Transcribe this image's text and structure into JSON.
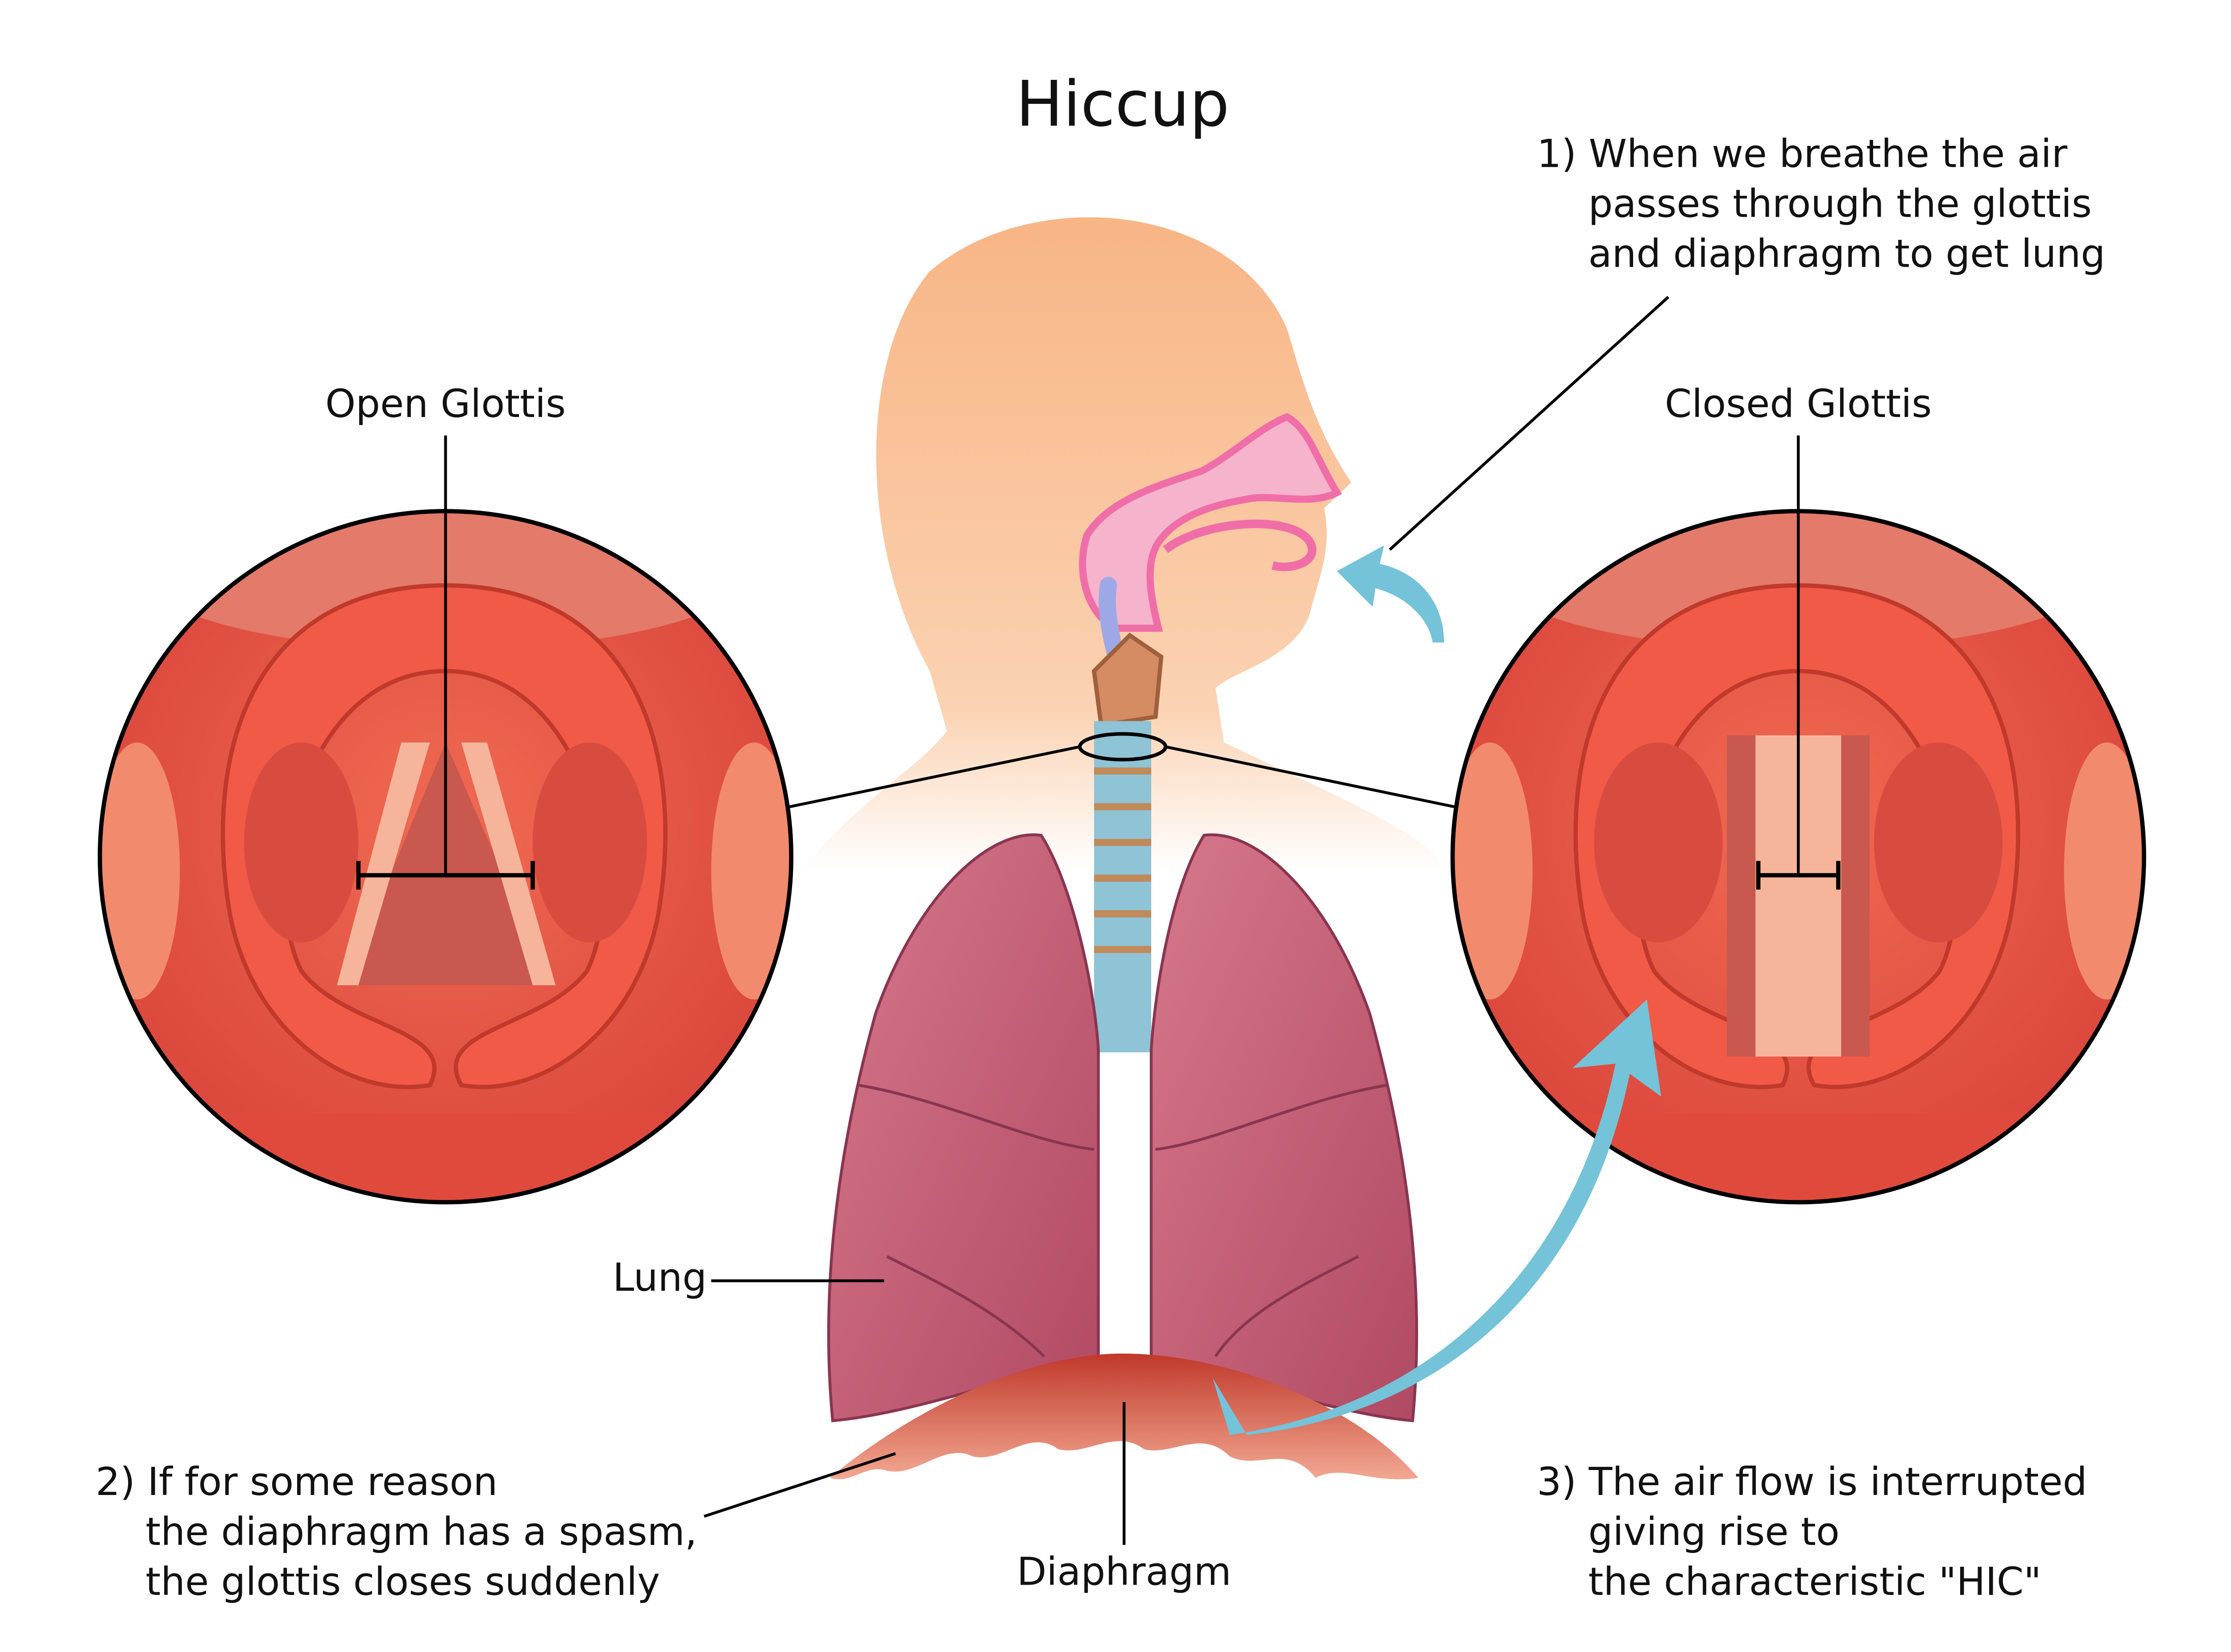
{
  "title": "Hiccup",
  "labels": {
    "open_glottis": "Open Glottis",
    "closed_glottis": "Closed Glottis",
    "lung": "Lung",
    "diaphragm": "Diaphragm"
  },
  "steps": [
    {
      "lines": [
        "1) When we breathe the air",
        "passes through the glottis",
        "and diaphragm to get lung"
      ]
    },
    {
      "lines": [
        "2) If for some reason",
        "the diaphragm has a spasm,",
        "the glottis closes suddenly"
      ]
    },
    {
      "lines": [
        "3) The air flow is interrupted",
        "giving rise to",
        "the characteristic \"HIC\""
      ]
    }
  ],
  "colors": {
    "skin": "#f8b585",
    "airflow_arrow": "#74c3d9",
    "lung": "#c25a72",
    "glottis_tissue": "#e8543f",
    "trachea": "#8fc3d6",
    "nasal_cavity": "#f08cb4"
  }
}
